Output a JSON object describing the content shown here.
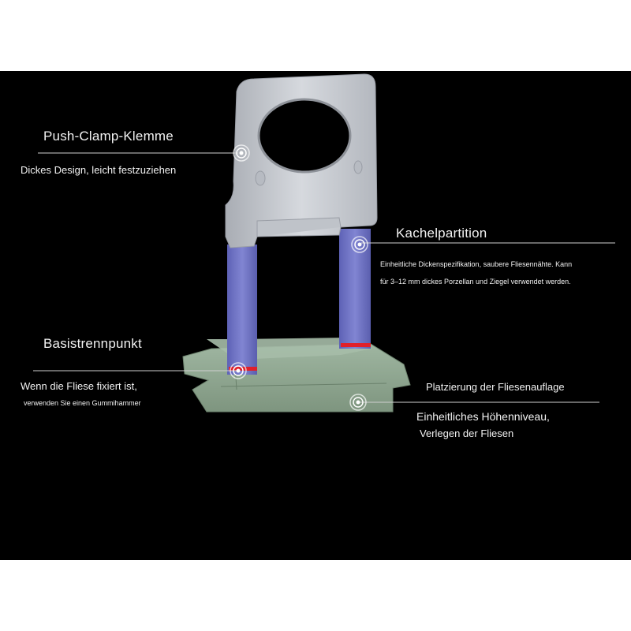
{
  "annotations": {
    "push_clamp": {
      "title": "Push-Clamp-Klemme",
      "description": "Dickes Design, leicht festzuziehen"
    },
    "tile_partition": {
      "title": "Kachelpartition",
      "description_line1": "Einheitliche Dickenspezifikation, saubere Fliesennähte. Kann",
      "description_line2": "für 3–12 mm dickes Porzellan und Ziegel verwendet werden."
    },
    "base_break_point": {
      "title": "Basistrennpunkt",
      "description_line1": "Wenn die Fliese fixiert ist,",
      "description_line2": "verwenden Sie einen Gummihammer"
    },
    "tile_support": {
      "title": "Platzierung der Fliesenauflage",
      "subtitle_line1": "Einheitliches Höhenniveau,",
      "subtitle_line2": "Verlegen der Fliesen"
    }
  },
  "colors": {
    "background": "#000000",
    "frame": "#ffffff",
    "clamp_head": "#c9ccd1",
    "legs": "#6f73c4",
    "base": "#8fa690",
    "break_marker": "#e0202a",
    "text": "#f2f2f2",
    "leader_line": "#cfcfcf"
  },
  "icons": {
    "marker": "concentric-ring-marker-icon"
  }
}
